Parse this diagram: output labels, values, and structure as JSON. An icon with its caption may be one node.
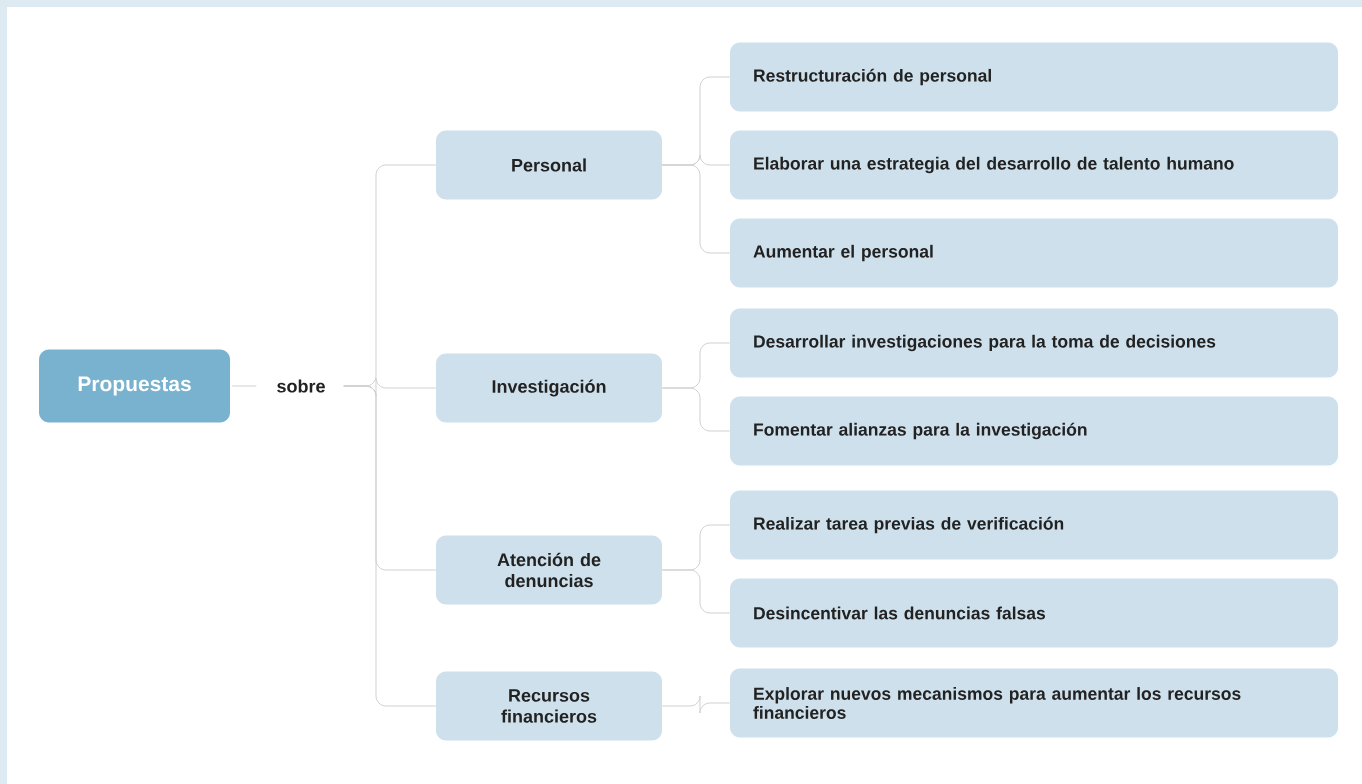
{
  "diagram": {
    "nodes": [
      {
        "text": [
          "Propuestas"
        ]
      },
      {
        "text": [
          "sobre"
        ]
      },
      {
        "text": [
          "Personal"
        ]
      },
      {
        "text": [
          "Investigación"
        ]
      },
      {
        "text": [
          "Atención de denuncias"
        ]
      },
      {
        "text": [
          "Recursos financieros"
        ]
      },
      {
        "text": [
          "Restructuración de personal"
        ]
      },
      {
        "text": [
          "Elaborar una estrategia del desarrollo de talento humano"
        ]
      },
      {
        "text": [
          "Aumentar el personal"
        ]
      },
      {
        "text": [
          "Desarrollar investigaciones para la toma de decisiones"
        ]
      },
      {
        "text": [
          "Fomentar alianzas para la investigación"
        ]
      },
      {
        "text": [
          "Realizar tarea previas de verificación"
        ]
      },
      {
        "text": [
          "Desincentivar las denuncias falsas"
        ]
      },
      {
        "text": [
          "Explorar nuevos mecanismos para aumentar los recursos financieros"
        ]
      }
    ],
    "edges": [
      {
        "from": 0,
        "to": 1,
        "arrow": "none"
      },
      {
        "from": 1,
        "to": 2,
        "arrow": "none"
      },
      {
        "from": 1,
        "to": 3,
        "arrow": "none"
      },
      {
        "from": 1,
        "to": 4,
        "arrow": "none"
      },
      {
        "from": 1,
        "to": 5,
        "arrow": "none"
      },
      {
        "from": 2,
        "to": 6,
        "arrow": "none"
      },
      {
        "from": 2,
        "to": 7,
        "arrow": "none"
      },
      {
        "from": 2,
        "to": 8,
        "arrow": "none"
      },
      {
        "from": 3,
        "to": 9,
        "arrow": "none"
      },
      {
        "from": 3,
        "to": 10,
        "arrow": "none"
      },
      {
        "from": 4,
        "to": 11,
        "arrow": "none"
      },
      {
        "from": 4,
        "to": 12,
        "arrow": "none"
      },
      {
        "from": 5,
        "to": 13,
        "arrow": "none"
      }
    ]
  }
}
